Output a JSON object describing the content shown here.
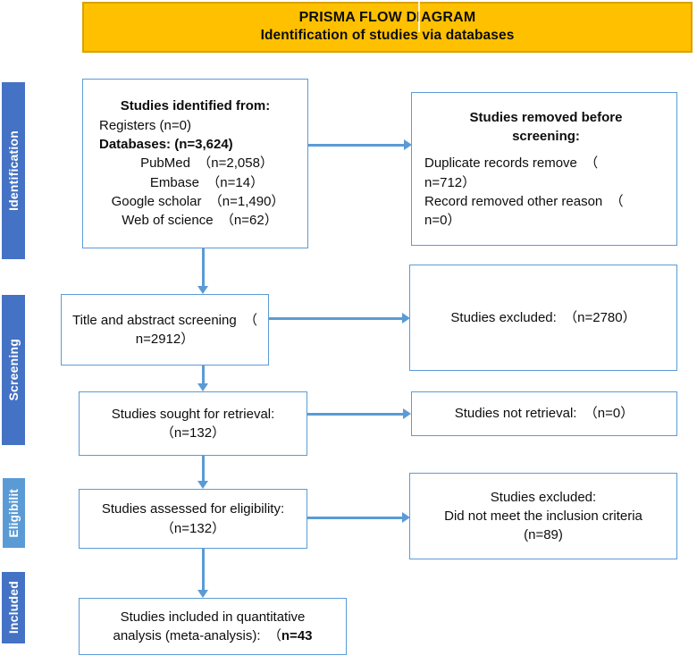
{
  "banner": {
    "title": "PRISMA FLOW DIAGRAM",
    "subtitle": "Identification of studies via databases"
  },
  "colors": {
    "banner_bg": "#FFC000",
    "banner_border": "#D9A200",
    "box_border": "#5B9BD5",
    "connector": "#5B9BD5",
    "stage_blue": "#4472C4",
    "stage_blue_light": "#5B9BD5",
    "text": "#0d0d0d"
  },
  "stages": [
    {
      "id": "identification",
      "label": "Identification",
      "color": "#4472C4"
    },
    {
      "id": "screening",
      "label": "Screening",
      "color": "#4472C4"
    },
    {
      "id": "eligibility",
      "label": "Eligibilit",
      "color": "#5B9BD5"
    },
    {
      "id": "included",
      "label": "Included",
      "color": "#4472C4"
    }
  ],
  "boxes": {
    "identified": {
      "name": "studies-identified-box",
      "lines": [
        {
          "text": "Studies identified from:",
          "bold": true,
          "align": "center"
        },
        {
          "text": "Registers (n=0)",
          "bold": false,
          "align": "left"
        },
        {
          "text": "Databases: (n=3,624)",
          "bold": true,
          "align": "left"
        },
        {
          "text": "PubMed  （n=2,058）",
          "bold": false,
          "align": "center"
        },
        {
          "text": "Embase  （n=14）",
          "bold": false,
          "align": "center"
        },
        {
          "text": "Google scholar  （n=1,490）",
          "bold": false,
          "align": "center"
        },
        {
          "text": "Web of science  （n=62）",
          "bold": false,
          "align": "center"
        }
      ]
    },
    "removed_before_screening": {
      "name": "studies-removed-before-screening-box",
      "lines": [
        {
          "text": "Studies removed before",
          "bold": true,
          "align": "center"
        },
        {
          "text": "screening:",
          "bold": true,
          "align": "center"
        },
        {
          "text": "",
          "bold": false,
          "align": "left"
        },
        {
          "text": "Duplicate records remove  （",
          "bold": false,
          "align": "left"
        },
        {
          "text": "n=712）",
          "bold": false,
          "align": "left"
        },
        {
          "text": "Record removed other reason  （",
          "bold": false,
          "align": "left"
        },
        {
          "text": "n=0）",
          "bold": false,
          "align": "left"
        }
      ]
    },
    "title_abstract_screening": {
      "name": "title-abstract-screening-box",
      "lines": [
        {
          "text": "Title and abstract screening  （",
          "bold": false,
          "align": "center"
        },
        {
          "text": "n=2912）",
          "bold": false,
          "align": "center"
        }
      ]
    },
    "studies_excluded_screening": {
      "name": "studies-excluded-screening-box",
      "lines": [
        {
          "text": "Studies excluded:  （n=2780）",
          "bold": false,
          "align": "center"
        }
      ]
    },
    "sought_for_retrieval": {
      "name": "studies-sought-for-retrieval-box",
      "lines": [
        {
          "text": "Studies sought for retrieval:",
          "bold": false,
          "align": "center"
        },
        {
          "text": "（n=132）",
          "bold": false,
          "align": "center"
        }
      ]
    },
    "not_retrieval": {
      "name": "studies-not-retrieval-box",
      "lines": [
        {
          "text": "Studies not retrieval:  （n=0）",
          "bold": false,
          "align": "center"
        }
      ]
    },
    "assessed_for_eligibility": {
      "name": "studies-assessed-for-eligibility-box",
      "lines": [
        {
          "text": "Studies assessed for eligibility:",
          "bold": false,
          "align": "center"
        },
        {
          "text": "（n=132）",
          "bold": false,
          "align": "center"
        }
      ]
    },
    "studies_excluded_eligibility": {
      "name": "studies-excluded-eligibility-box",
      "lines": [
        {
          "text": "Studies excluded:",
          "bold": false,
          "align": "center"
        },
        {
          "text": "Did not meet the inclusion criteria",
          "bold": false,
          "align": "center"
        },
        {
          "text": "(n=89)",
          "bold": false,
          "align": "center"
        }
      ]
    },
    "included_quantitative": {
      "name": "studies-included-box",
      "lines": [
        {
          "text": "Studies included in quantitative",
          "bold": false,
          "align": "center",
          "bold_tail": ""
        },
        {
          "text": "analysis (meta-analysis):  （",
          "bold": false,
          "align": "center",
          "bold_tail": "n=43"
        }
      ]
    }
  },
  "connectors": [
    {
      "name": "identified-to-removed-arrow",
      "type": "right"
    },
    {
      "name": "identified-to-screening-arrow",
      "type": "down"
    },
    {
      "name": "screening-to-excluded-arrow",
      "type": "right"
    },
    {
      "name": "screening-to-retrieval-arrow",
      "type": "down"
    },
    {
      "name": "retrieval-to-not-retrieval-arrow",
      "type": "right"
    },
    {
      "name": "retrieval-to-eligibility-arrow",
      "type": "down"
    },
    {
      "name": "eligibility-to-excluded-arrow",
      "type": "right"
    },
    {
      "name": "eligibility-to-included-arrow",
      "type": "down"
    }
  ]
}
